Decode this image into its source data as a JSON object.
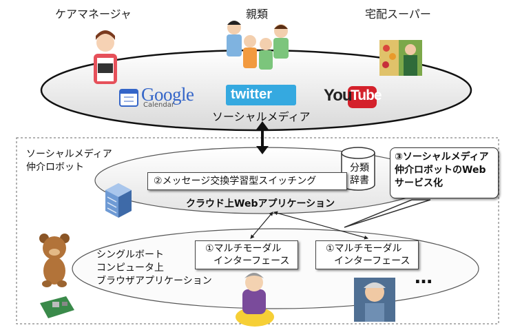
{
  "top_labels": {
    "care_manager": "ケアマネージャ",
    "relatives": "親類",
    "supermarket": "宅配スーパー"
  },
  "social_logos": {
    "google_main": "Google",
    "google_sub": "Calendar",
    "twitter": "twitter",
    "youtube_you": "You",
    "youtube_tube": "Tube"
  },
  "social_media_label": "ソーシャルメディア",
  "robot_region_title": [
    "ソーシャルメディア",
    "仲介ロボット"
  ],
  "message_switching": "②メッセージ交換学習型スイッチング",
  "dictionary_label": [
    "分類",
    "辞書"
  ],
  "cloud_app_label": "クラウド上Webアプリケーション",
  "callout": {
    "line1": "③ソーシャルメディア",
    "line2": "仲介ロボットのWeb",
    "line3": "サービス化"
  },
  "sbc_label": [
    "シングルボート",
    "コンピュータ上",
    "ブラウザアプリケーション"
  ],
  "interface_box_1": [
    "①マルチモーダル",
    "インターフェース"
  ],
  "interface_box_2": [
    "①マルチモーダル",
    "インターフェース"
  ],
  "ellipsis": "…",
  "colors": {
    "twitter_blue": "#35a9e0",
    "youtube_red": "#d4212b",
    "server_blue": "#4a7fc0",
    "google_blue": "#3465c8",
    "google_red": "#d4312b",
    "google_yellow": "#e7a91c",
    "google_green": "#2f9a46"
  }
}
